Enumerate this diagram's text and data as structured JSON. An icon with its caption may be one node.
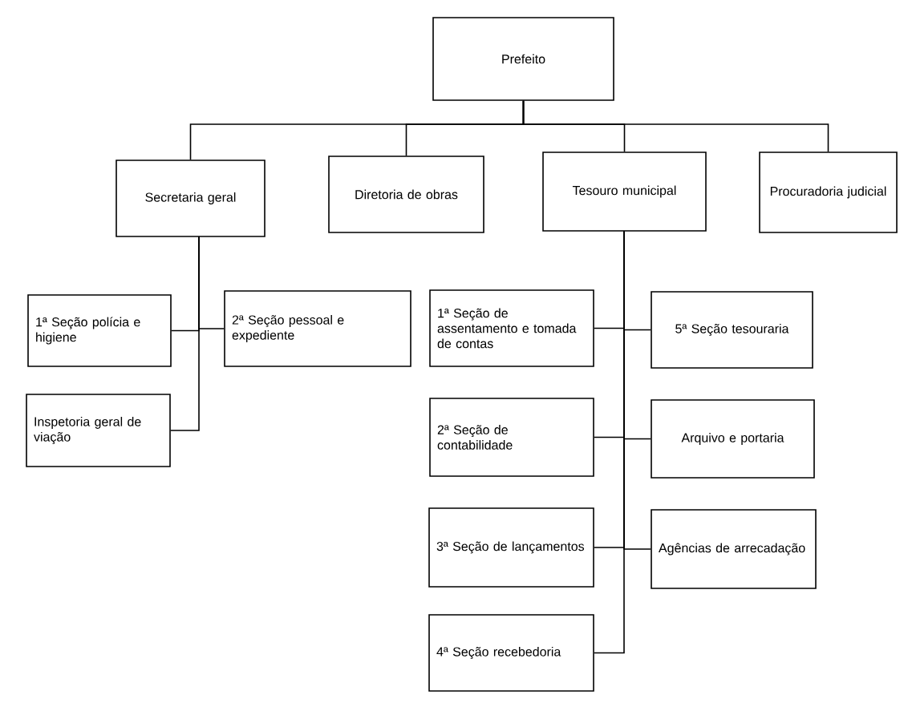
{
  "diagram": {
    "nodes": [
      {
        "text": [
          "Prefeito"
        ]
      },
      {
        "text": [
          "Secretaria geral"
        ]
      },
      {
        "text": [
          "Diretoria de obras"
        ]
      },
      {
        "text": [
          "Tesouro municipal"
        ]
      },
      {
        "text": [
          "Procuradoria judicial"
        ]
      },
      {
        "text": [
          "1ª Seção polícia e higiene"
        ]
      },
      {
        "text": [
          "2ª Seção pessoal e expediente"
        ]
      },
      {
        "text": [
          "Inspetoria geral de viação"
        ]
      },
      {
        "text": [
          "1ª Seção de assentamento e tomada de contas"
        ]
      },
      {
        "text": [
          "5ª Seção tesouraria"
        ]
      },
      {
        "text": [
          "2ª Seção de contabilidade"
        ]
      },
      {
        "text": [
          "Arquivo e portaria"
        ]
      },
      {
        "text": [
          "3ª Seção de lançamentos"
        ]
      },
      {
        "text": [
          "Agências de arrecadação"
        ]
      },
      {
        "text": [
          "4ª Seção recebedoria"
        ]
      }
    ],
    "edges": [
      {
        "from": 0,
        "to": 1,
        "arrow": "none"
      },
      {
        "from": 0,
        "to": 2,
        "arrow": "none"
      },
      {
        "from": 0,
        "to": 3,
        "arrow": "none"
      },
      {
        "from": 0,
        "to": 4,
        "arrow": "none"
      },
      {
        "from": 1,
        "to": 5,
        "arrow": "none"
      },
      {
        "from": 1,
        "to": 6,
        "arrow": "none"
      },
      {
        "from": 1,
        "to": 7,
        "arrow": "none"
      },
      {
        "from": 3,
        "to": 8,
        "arrow": "none"
      },
      {
        "from": 3,
        "to": 9,
        "arrow": "none"
      },
      {
        "from": 3,
        "to": 10,
        "arrow": "none"
      },
      {
        "from": 3,
        "to": 11,
        "arrow": "none"
      },
      {
        "from": 3,
        "to": 12,
        "arrow": "none"
      },
      {
        "from": 3,
        "to": 13,
        "arrow": "none"
      },
      {
        "from": 3,
        "to": 14,
        "arrow": "none"
      }
    ]
  }
}
